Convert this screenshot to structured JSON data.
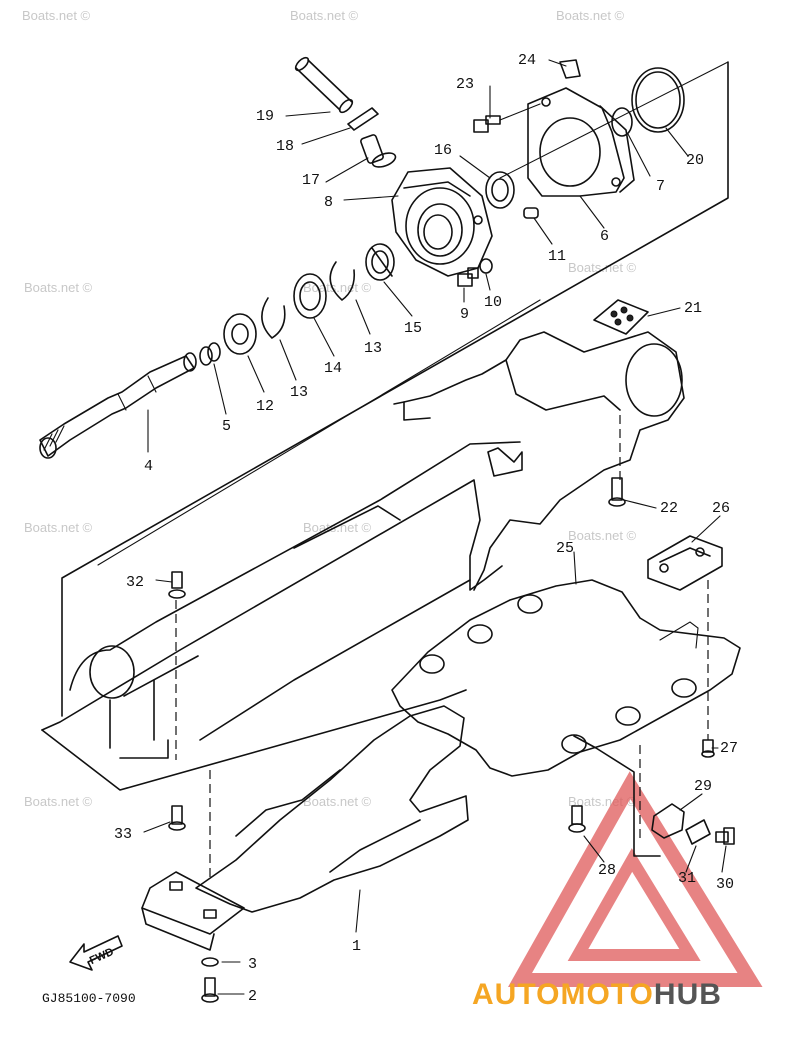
{
  "watermark": "Boats.net ©",
  "diagram_code": "GJ85100-7090",
  "fwd_label": "FWD",
  "brand": {
    "part1": "AUTOMOTO",
    "part2": "HUB",
    "color1": "#f5a623",
    "color2": "#555555",
    "logo_color": "#e05a5a"
  },
  "callouts": [
    {
      "id": "c1",
      "label": "1"
    },
    {
      "id": "c2",
      "label": "2"
    },
    {
      "id": "c3",
      "label": "3"
    },
    {
      "id": "c4",
      "label": "4"
    },
    {
      "id": "c5",
      "label": "5"
    },
    {
      "id": "c6",
      "label": "6"
    },
    {
      "id": "c7",
      "label": "7"
    },
    {
      "id": "c8",
      "label": "8"
    },
    {
      "id": "c9",
      "label": "9"
    },
    {
      "id": "c10",
      "label": "10"
    },
    {
      "id": "c11",
      "label": "11"
    },
    {
      "id": "c12",
      "label": "12"
    },
    {
      "id": "c13a",
      "label": "13"
    },
    {
      "id": "c13b",
      "label": "13"
    },
    {
      "id": "c14",
      "label": "14"
    },
    {
      "id": "c15",
      "label": "15"
    },
    {
      "id": "c16",
      "label": "16"
    },
    {
      "id": "c17",
      "label": "17"
    },
    {
      "id": "c18",
      "label": "18"
    },
    {
      "id": "c19",
      "label": "19"
    },
    {
      "id": "c20",
      "label": "20"
    },
    {
      "id": "c21",
      "label": "21"
    },
    {
      "id": "c22",
      "label": "22"
    },
    {
      "id": "c23",
      "label": "23"
    },
    {
      "id": "c24",
      "label": "24"
    },
    {
      "id": "c25",
      "label": "25"
    },
    {
      "id": "c26",
      "label": "26"
    },
    {
      "id": "c27",
      "label": "27"
    },
    {
      "id": "c28",
      "label": "28"
    },
    {
      "id": "c29",
      "label": "29"
    },
    {
      "id": "c30",
      "label": "30"
    },
    {
      "id": "c31",
      "label": "31"
    },
    {
      "id": "c32",
      "label": "32"
    },
    {
      "id": "c33",
      "label": "33"
    }
  ]
}
